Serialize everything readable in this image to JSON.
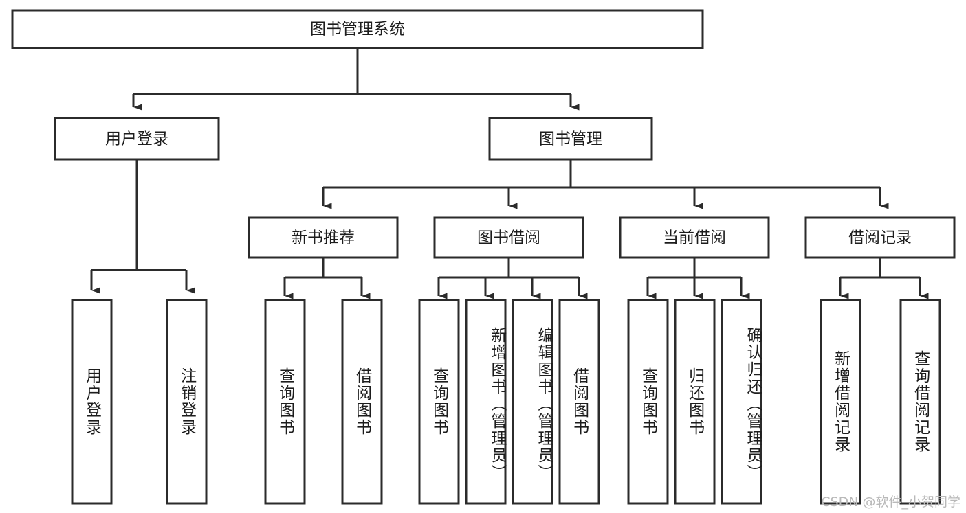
{
  "diagram": {
    "type": "tree-hierarchy-chart",
    "title": "图书管理系统",
    "watermark": "CSDN @软件_小贺同学",
    "colors": {
      "stroke": "#2b2b2b",
      "fill": "#ffffff",
      "text": "#1d1d1d",
      "watermark": "#b9b9b9"
    },
    "levels": {
      "root": {
        "label": "图书管理系统"
      },
      "level2": [
        {
          "label": "用户登录"
        },
        {
          "label": "图书管理"
        }
      ],
      "level3": [
        {
          "label": "新书推荐"
        },
        {
          "label": "图书借阅"
        },
        {
          "label": "当前借阅"
        },
        {
          "label": "借阅记录"
        }
      ]
    },
    "leaves": {
      "user_login": [
        {
          "label": "用户登录"
        },
        {
          "label": "注销登录"
        }
      ],
      "new_book_recommend": [
        {
          "label": "查询图书"
        },
        {
          "label": "借阅图书"
        }
      ],
      "book_borrow": [
        {
          "label": "查询图书"
        },
        {
          "label": "新增图书（管理员）"
        },
        {
          "label": "编辑图书（管理员）"
        },
        {
          "label": "借阅图书"
        }
      ],
      "current_borrow": [
        {
          "label": "查询图书"
        },
        {
          "label": "归还图书"
        },
        {
          "label": "确认归还（管理员）"
        }
      ],
      "borrow_record": [
        {
          "label": "新增借阅记录"
        },
        {
          "label": "查询借阅记录"
        }
      ]
    }
  }
}
